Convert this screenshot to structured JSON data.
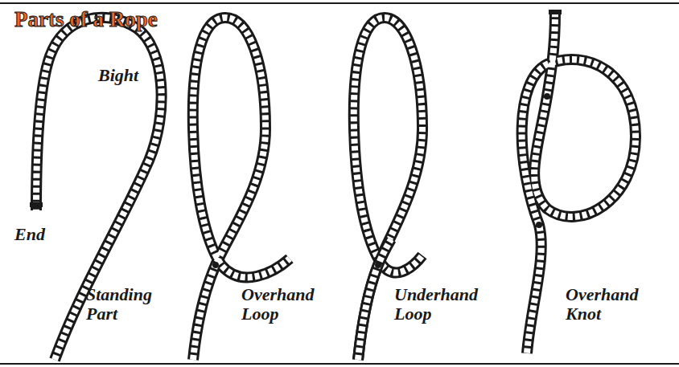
{
  "diagram": {
    "title": "Parts of a Rope",
    "labels": [
      "Bight",
      "End",
      "Standing Part",
      "Overhand Loop",
      "Underhand Loop",
      "Overhand Knot"
    ]
  }
}
